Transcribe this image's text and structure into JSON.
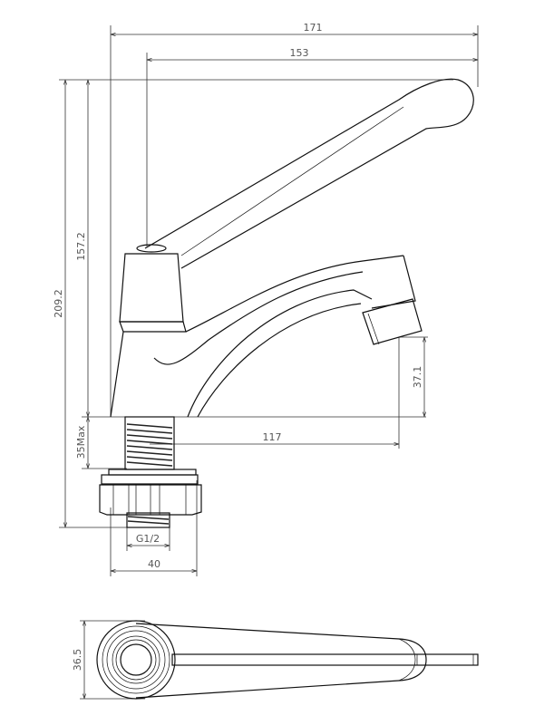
{
  "dimensions": {
    "overall_width": "171",
    "lever_reach": "153",
    "overall_height": "209.2",
    "height_above_deck": "157.2",
    "spout_height": "37.1",
    "spout_reach": "117",
    "max_deck_thickness": "35Max",
    "thread_size": "G1/2",
    "base_width": "40",
    "top_view_width": "36.5"
  },
  "colors": {
    "line": "#111111",
    "label": "#555555"
  }
}
